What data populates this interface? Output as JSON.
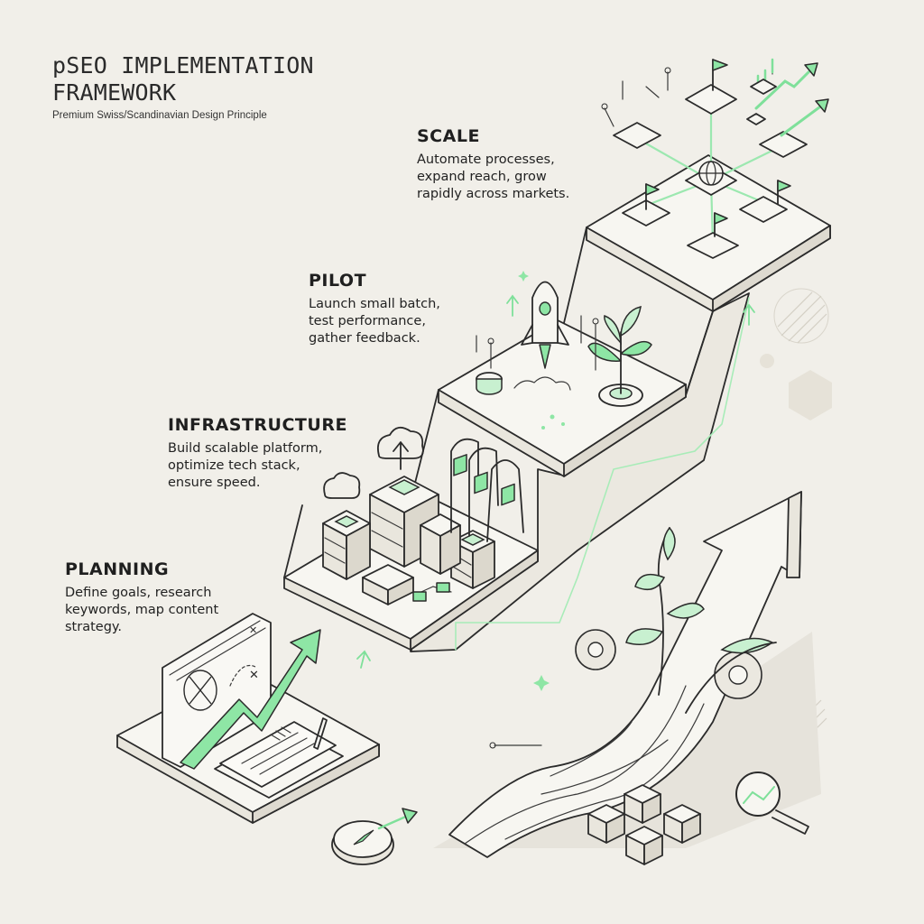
{
  "header": {
    "title": "pSEO IMPLEMENTATION FRAMEWORK",
    "subtitle": "Premium Swiss/Scandinavian Design Principle"
  },
  "stages": [
    {
      "id": "scale",
      "label": "SCALE",
      "description": "Automate processes, expand reach, grow rapidly across markets."
    },
    {
      "id": "pilot",
      "label": "PILOT",
      "description": "Launch small batch, test performance, gather feedback."
    },
    {
      "id": "infrastructure",
      "label": "INFRASTRUCTURE",
      "description": "Build scalable platform, optimize tech stack, ensure speed."
    },
    {
      "id": "planning",
      "label": "PLANNING",
      "description": "Define goals, research keywords, map content strategy."
    }
  ],
  "colors": {
    "background": "#f1efe9",
    "accent": "#8ee6a5",
    "line": "#2b2b2b",
    "surface": "#f7f6f1"
  },
  "icons": [
    "chart-icon",
    "compass-icon",
    "notebook-icon",
    "cloud-icon",
    "server-icon",
    "rocket-icon",
    "sprout-icon",
    "globe-icon",
    "flag-icon",
    "growth-arrow-icon",
    "gear-icon",
    "magnifier-icon",
    "cubes-icon"
  ]
}
